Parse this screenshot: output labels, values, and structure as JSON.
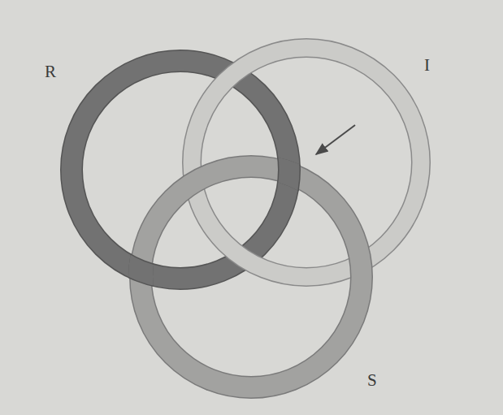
{
  "diagram": {
    "labels": [
      "R",
      "I",
      "S"
    ]
  }
}
